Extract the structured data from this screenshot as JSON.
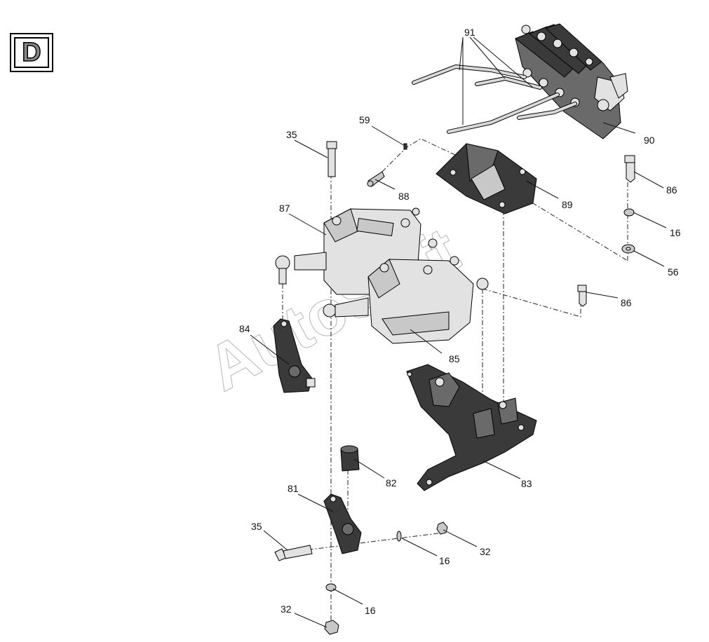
{
  "section_letter": "D",
  "watermark": "AutoSoft",
  "callouts": {
    "c91": "91",
    "c59": "59",
    "c90": "90",
    "c35_top": "35",
    "c88": "88",
    "c86_top": "86",
    "c89": "89",
    "c87": "87",
    "c16_right": "16",
    "c56": "56",
    "c86_mid": "86",
    "c84": "84",
    "c85": "85",
    "c82": "82",
    "c83": "83",
    "c81": "81",
    "c35_bottom": "35",
    "c16_mid": "16",
    "c32_right": "32",
    "c16_bottom": "16",
    "c32_bottom": "32"
  },
  "colors": {
    "ink": "#111111",
    "dark_part": "#3a3a3a",
    "light_part": "#e2e2e2"
  }
}
